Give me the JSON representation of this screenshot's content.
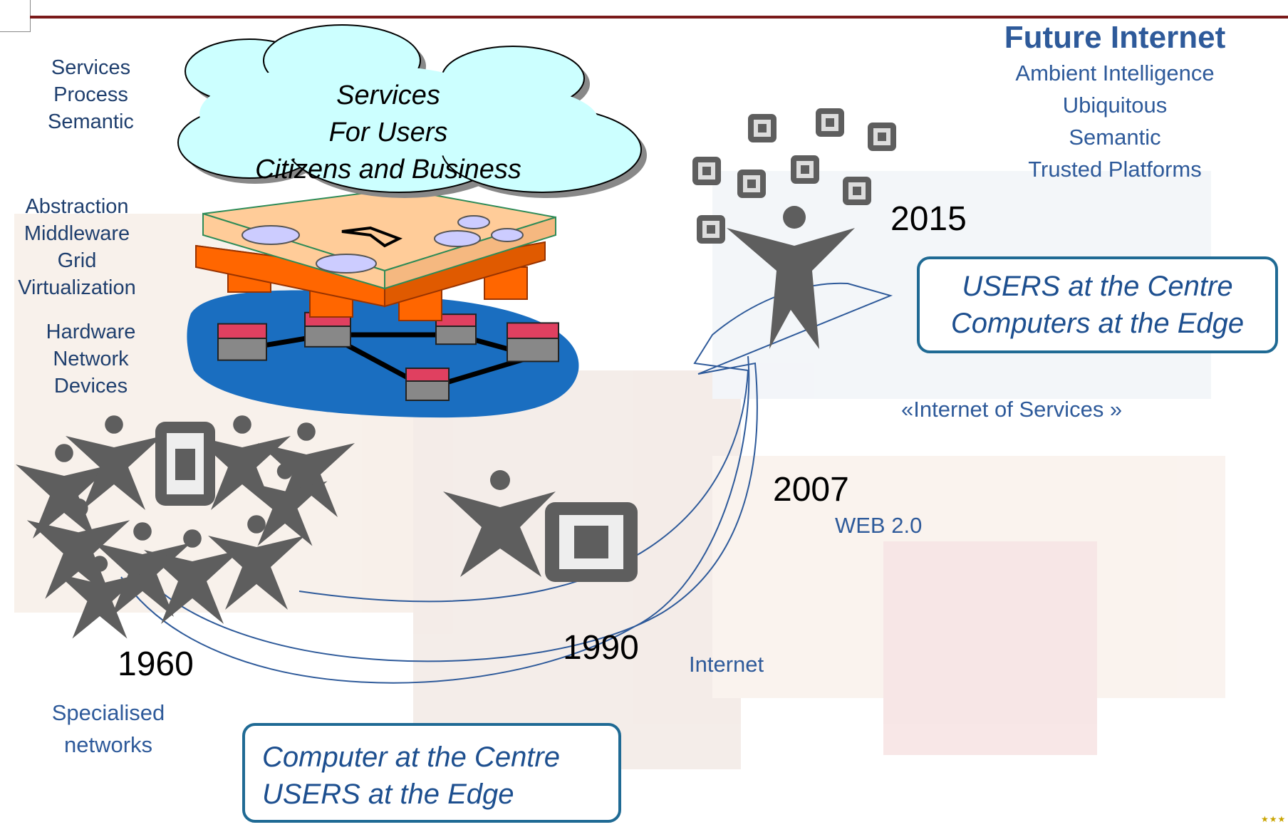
{
  "left_labels": {
    "layer1": [
      "Services",
      "Process",
      "Semantic"
    ],
    "layer2": [
      "Abstraction",
      "Middleware",
      "Grid",
      "Virtualization"
    ],
    "layer3": [
      "Hardware",
      "Network",
      "Devices"
    ]
  },
  "cloud_text": [
    "Services",
    "For Users",
    "Citizens and Business"
  ],
  "future": {
    "title": "Future Internet",
    "items": [
      "Ambient Intelligence",
      "Ubiquitous",
      "Semantic",
      "Trusted Platforms"
    ]
  },
  "years": {
    "y1960": "1960",
    "y1990": "1990",
    "y2007": "2007",
    "y2015": "2015"
  },
  "era_labels": {
    "specialised": [
      "Specialised",
      "networks"
    ],
    "internet": "Internet",
    "web2": "WEB 2.0",
    "ios": "«Internet of Services »"
  },
  "boxes": {
    "users_centre": [
      "USERS at the Centre",
      "Computers at the Edge"
    ],
    "computer_centre": [
      "Computer at the Centre",
      "USERS at the Edge"
    ]
  },
  "colors": {
    "accent": "#7a1a1a",
    "label_blue": "#2e5a9a",
    "box_border": "#1f6a94",
    "cloud": "#ccffff",
    "platform": "#ffcc99",
    "pillar": "#ff6600",
    "network_pool": "#1a6ec0",
    "node_top": "#e04060",
    "figure": "#606060"
  }
}
